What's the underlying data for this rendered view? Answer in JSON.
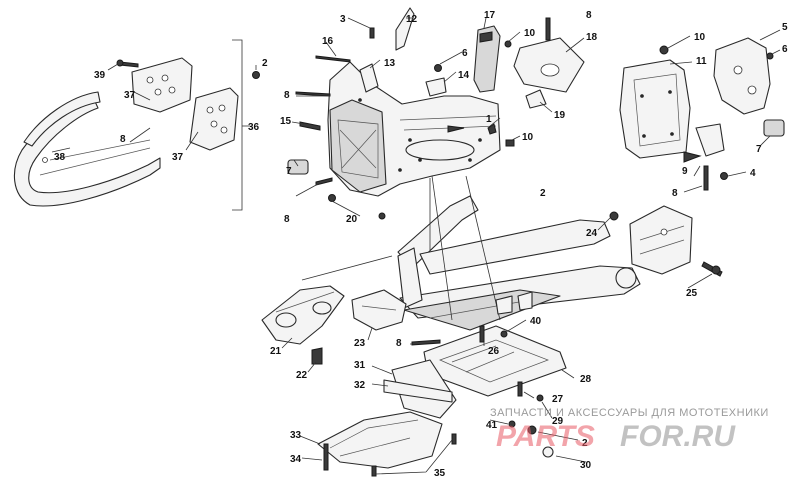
{
  "diagram": {
    "callouts": [
      {
        "id": "c1",
        "label": "1"
      },
      {
        "id": "c2a",
        "label": "2"
      },
      {
        "id": "c2b",
        "label": "2"
      },
      {
        "id": "c2c",
        "label": "2"
      },
      {
        "id": "c3",
        "label": "3"
      },
      {
        "id": "c4",
        "label": "4"
      },
      {
        "id": "c5",
        "label": "5"
      },
      {
        "id": "c6a",
        "label": "6"
      },
      {
        "id": "c6b",
        "label": "6"
      },
      {
        "id": "c7a",
        "label": "7"
      },
      {
        "id": "c7b",
        "label": "7"
      },
      {
        "id": "c8a",
        "label": "8"
      },
      {
        "id": "c8b",
        "label": "8"
      },
      {
        "id": "c8c",
        "label": "8"
      },
      {
        "id": "c8d",
        "label": "8"
      },
      {
        "id": "c8e",
        "label": "8"
      },
      {
        "id": "c8f",
        "label": "8"
      },
      {
        "id": "c9",
        "label": "9"
      },
      {
        "id": "c10a",
        "label": "10"
      },
      {
        "id": "c10b",
        "label": "10"
      },
      {
        "id": "c10c",
        "label": "10"
      },
      {
        "id": "c11",
        "label": "11"
      },
      {
        "id": "c12",
        "label": "12"
      },
      {
        "id": "c13",
        "label": "13"
      },
      {
        "id": "c14",
        "label": "14"
      },
      {
        "id": "c15",
        "label": "15"
      },
      {
        "id": "c16",
        "label": "16"
      },
      {
        "id": "c17",
        "label": "17"
      },
      {
        "id": "c18",
        "label": "18"
      },
      {
        "id": "c19",
        "label": "19"
      },
      {
        "id": "c20",
        "label": "20"
      },
      {
        "id": "c21",
        "label": "21"
      },
      {
        "id": "c22",
        "label": "22"
      },
      {
        "id": "c23",
        "label": "23"
      },
      {
        "id": "c24",
        "label": "24"
      },
      {
        "id": "c25",
        "label": "25"
      },
      {
        "id": "c26",
        "label": "26"
      },
      {
        "id": "c27",
        "label": "27"
      },
      {
        "id": "c28",
        "label": "28"
      },
      {
        "id": "c29",
        "label": "29"
      },
      {
        "id": "c30",
        "label": "30"
      },
      {
        "id": "c31",
        "label": "31"
      },
      {
        "id": "c32",
        "label": "32"
      },
      {
        "id": "c33",
        "label": "33"
      },
      {
        "id": "c34",
        "label": "34"
      },
      {
        "id": "c35",
        "label": "35"
      },
      {
        "id": "c36",
        "label": "36"
      },
      {
        "id": "c37a",
        "label": "37"
      },
      {
        "id": "c37b",
        "label": "37"
      },
      {
        "id": "c38",
        "label": "38"
      },
      {
        "id": "c39",
        "label": "39"
      },
      {
        "id": "c40",
        "label": "40"
      },
      {
        "id": "c41",
        "label": "41"
      }
    ]
  },
  "watermark": {
    "tagline": "ЗАПЧАСТИ И АКСЕССУАРЫ ДЛЯ МОТОТЕХНИКИ",
    "logo_part1": "PARTS",
    "logo_part2": "FOR.RU",
    "logo_color": "#e85a66"
  }
}
